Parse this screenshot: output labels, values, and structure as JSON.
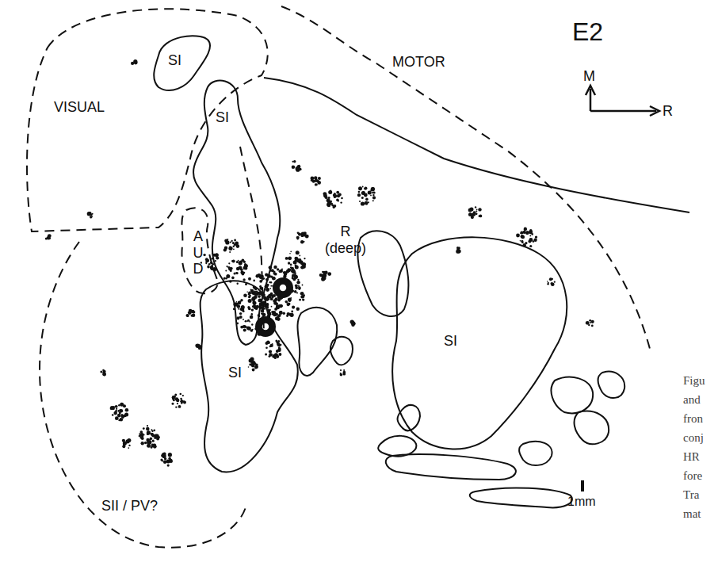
{
  "diagram": {
    "title": "E2",
    "nodes": [
      {
        "text": [
          "SI"
        ]
      },
      {
        "text": [
          "VISUAL"
        ]
      },
      {
        "text": [
          "MOTOR"
        ]
      },
      {
        "text": [
          "SI"
        ]
      },
      {
        "text": [
          "A U D"
        ]
      },
      {
        "text": [
          "SI"
        ]
      },
      {
        "text": [
          "SI"
        ]
      },
      {
        "text": [
          "SII / PV?"
        ]
      }
    ],
    "labels": [
      "M",
      "R",
      "R (deep)",
      "1mm",
      "Figu",
      "and",
      "fron",
      "conj",
      "HR",
      "fore",
      "Tra",
      "mat"
    ]
  }
}
